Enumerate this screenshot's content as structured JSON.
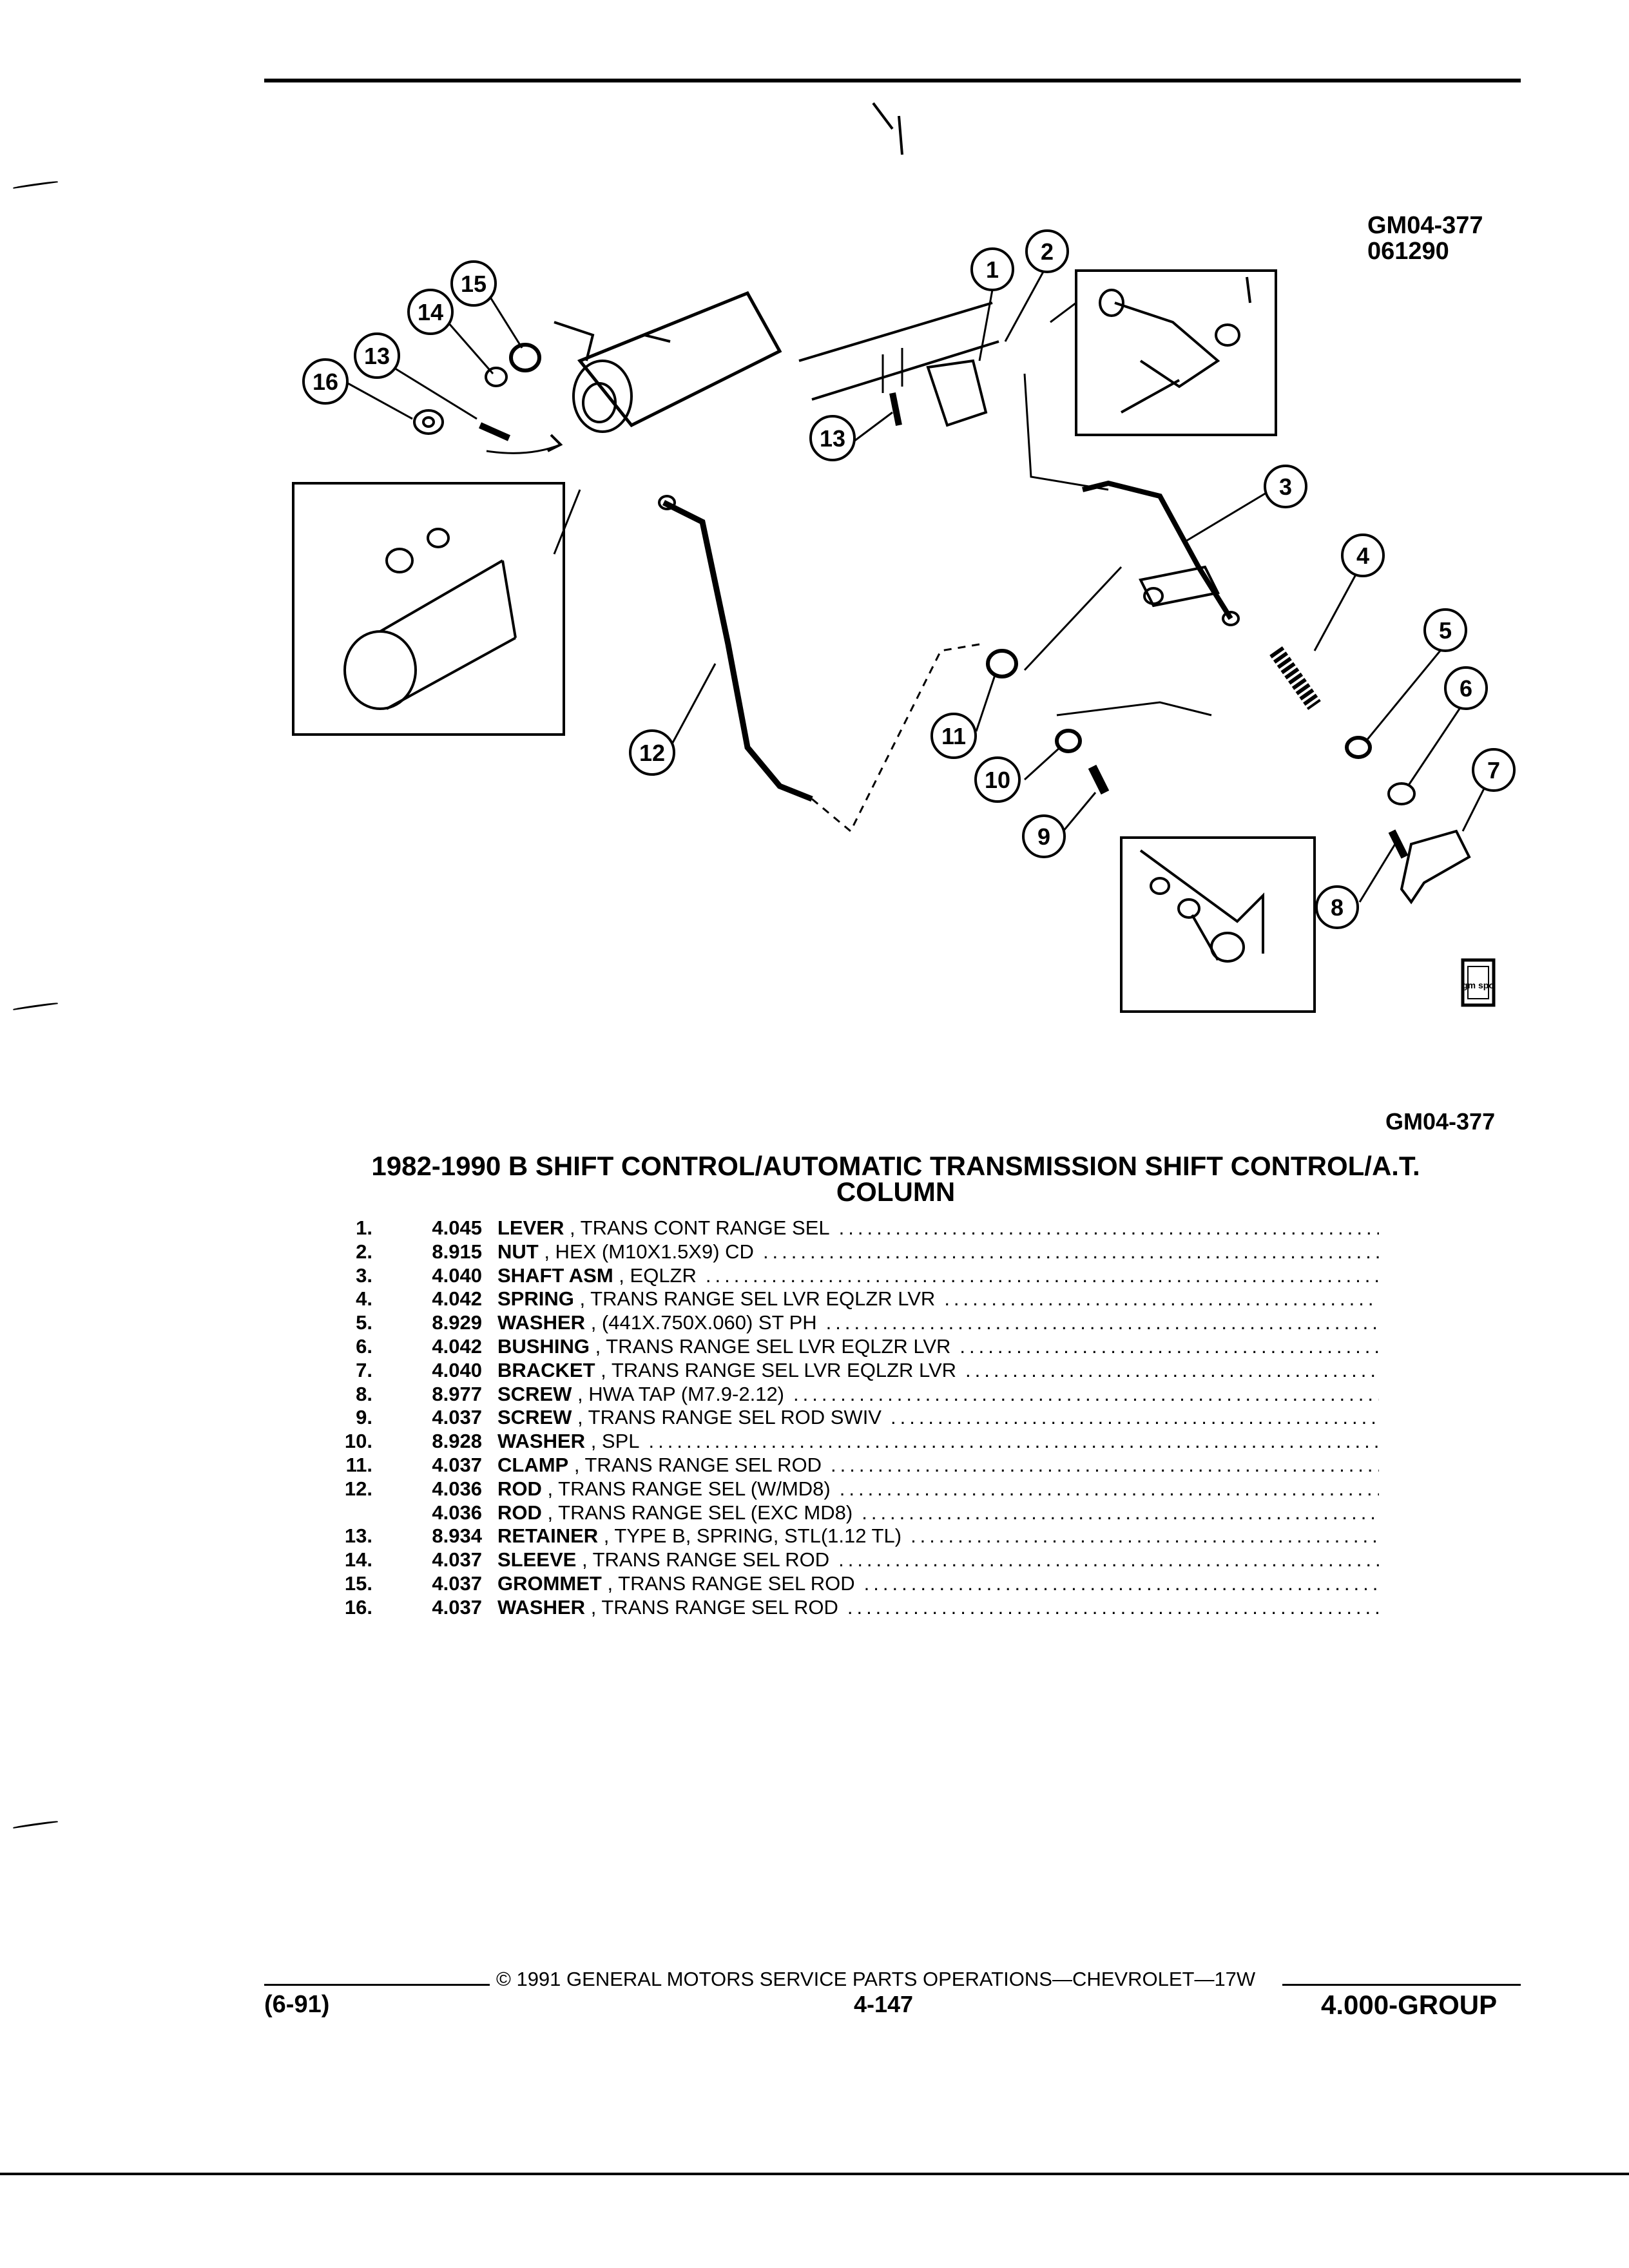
{
  "figure": {
    "id_line1": "GM04-377",
    "id_line2": "061290",
    "ref_bottom": "GM04-377"
  },
  "callouts": [
    "1",
    "2",
    "3",
    "4",
    "5",
    "6",
    "7",
    "8",
    "9",
    "10",
    "11",
    "12",
    "13",
    "13",
    "14",
    "15",
    "16"
  ],
  "logo_text": "gm spo",
  "title_line1": "1982-1990 B SHIFT CONTROL/AUTOMATIC TRANSMISSION SHIFT CONTROL/A.T.",
  "title_line2": "COLUMN",
  "parts": [
    {
      "no": "1.",
      "group": "4.045",
      "name": "LEVER",
      "desc": " , TRANS CONT RANGE SEL"
    },
    {
      "no": "2.",
      "group": "8.915",
      "name": "NUT",
      "desc": " , HEX (M10X1.5X9) CD"
    },
    {
      "no": "3.",
      "group": "4.040",
      "name": "SHAFT ASM",
      "desc": " , EQLZR"
    },
    {
      "no": "4.",
      "group": "4.042",
      "name": "SPRING",
      "desc": " , TRANS RANGE SEL LVR EQLZR LVR"
    },
    {
      "no": "5.",
      "group": "8.929",
      "name": "WASHER",
      "desc": " , (441X.750X.060) ST PH"
    },
    {
      "no": "6.",
      "group": "4.042",
      "name": "BUSHING",
      "desc": " , TRANS RANGE SEL LVR EQLZR LVR"
    },
    {
      "no": "7.",
      "group": "4.040",
      "name": "BRACKET",
      "desc": " , TRANS RANGE SEL LVR EQLZR LVR"
    },
    {
      "no": "8.",
      "group": "8.977",
      "name": "SCREW",
      "desc": " , HWA TAP (M7.9-2.12)"
    },
    {
      "no": "9.",
      "group": "4.037",
      "name": "SCREW",
      "desc": " , TRANS RANGE SEL ROD SWIV"
    },
    {
      "no": "10.",
      "group": "8.928",
      "name": "WASHER",
      "desc": " , SPL"
    },
    {
      "no": "11.",
      "group": "4.037",
      "name": "CLAMP",
      "desc": " , TRANS RANGE SEL ROD"
    },
    {
      "no": "12.",
      "group": "4.036",
      "name": "ROD",
      "desc": " , TRANS RANGE SEL (W/MD8)"
    },
    {
      "no": "",
      "group": "4.036",
      "name": "ROD",
      "desc": " , TRANS RANGE SEL (EXC MD8)"
    },
    {
      "no": "13.",
      "group": "8.934",
      "name": "RETAINER",
      "desc": " , TYPE B, SPRING, STL(1.12 TL)"
    },
    {
      "no": "14.",
      "group": "4.037",
      "name": "SLEEVE",
      "desc": " , TRANS RANGE SEL ROD"
    },
    {
      "no": "15.",
      "group": "4.037",
      "name": "GROMMET",
      "desc": " , TRANS RANGE SEL ROD"
    },
    {
      "no": "16.",
      "group": "4.037",
      "name": "WASHER",
      "desc": " , TRANS RANGE SEL ROD"
    }
  ],
  "footer": {
    "copyright": "© 1991 GENERAL MOTORS SERVICE PARTS OPERATIONS—CHEVROLET—17W",
    "date_code": "(6-91)",
    "page_no": "4-147",
    "group_code": "4.000-GROUP"
  }
}
